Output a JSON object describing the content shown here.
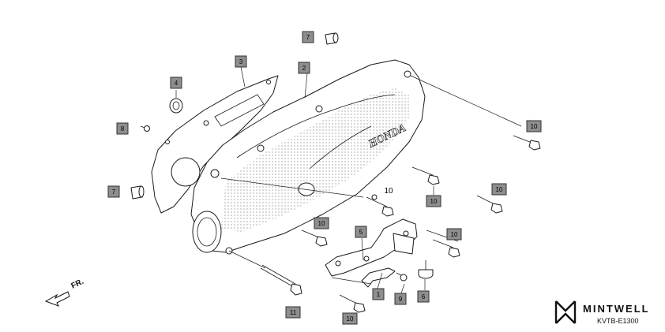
{
  "callouts": {
    "c1": "1",
    "c2": "2",
    "c3": "3",
    "c4": "4",
    "c5": "5",
    "c6": "6",
    "c7a": "7",
    "c7b": "7",
    "c8": "8",
    "c9": "9",
    "c10a": "10",
    "c10b": "10",
    "c10c": "10",
    "c10d": "10",
    "c10e": "10",
    "c10f": "10",
    "c10g": "10",
    "c11": "11"
  },
  "cover_brand": "HONDA",
  "direction_label": "FR.",
  "logo": {
    "name": "MINTWELL",
    "code": "KVTB-E1300"
  },
  "colors": {
    "callout_fill": "#8e8e8e",
    "line": "#1a1a1a"
  }
}
